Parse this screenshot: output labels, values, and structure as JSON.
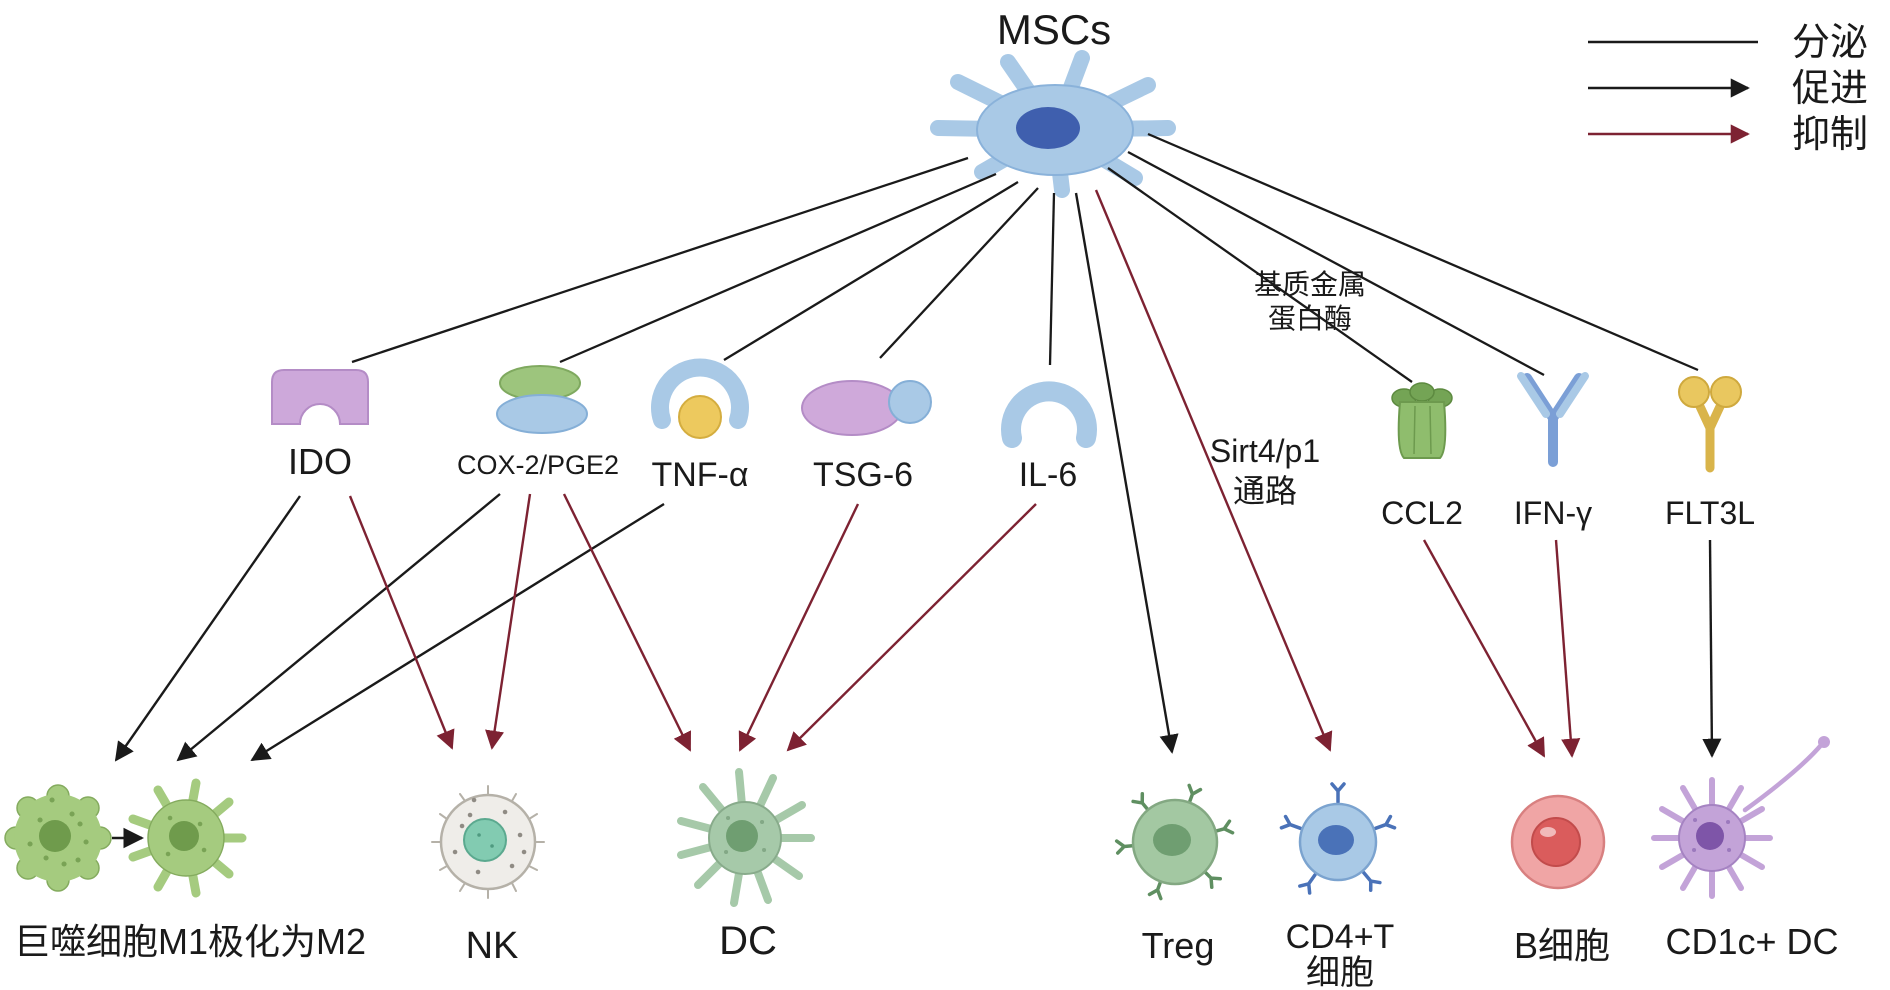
{
  "figure": {
    "title": "MSCs"
  },
  "legend": {
    "secrete": "分泌",
    "promote": "促进",
    "inhibit": "抑制"
  },
  "factors": {
    "ido": "IDO",
    "cox2_pge2": "COX-2/PGE2",
    "tnf_alpha": "TNF-α",
    "tsg6": "TSG-6",
    "il6": "IL-6",
    "sirt4p1_line1": "Sirt4/p1",
    "sirt4p1_line2": "通路",
    "mmp_line1": "基质金属",
    "mmp_line2": "蛋白酶",
    "ccl2": "CCL2",
    "ifn_gamma": "IFN-γ",
    "flt3l": "FLT3L"
  },
  "cells": {
    "macrophage": "巨噬细胞M1极化为M2",
    "nk": "NK",
    "dc": "DC",
    "treg": "Treg",
    "cd4t_line1": "CD4+T",
    "cd4t_line2": "细胞",
    "b_cell": "B细胞",
    "cd1c_dc": "CD1c+ DC"
  },
  "colors": {
    "secrete_line": "#1a1a1a",
    "promote_arrow": "#1a1a1a",
    "inhibit_arrow": "#7d2232",
    "msc_body": "#a9c9e6",
    "msc_nucleus": "#3f5fae",
    "macrophage_body": "#a5cb7f",
    "nk_body": "#efede9",
    "nk_nucleus": "#82cbb1",
    "dc_body": "#a6c9a9",
    "treg_body": "#a3c8a2",
    "cd4t_body": "#a9c9e6",
    "b_cell_body": "#f0a5a5",
    "cd1c_dc_body": "#c3a3d8"
  },
  "relations": [
    {
      "source": "MSCs",
      "target": "IDO",
      "type": "分泌"
    },
    {
      "source": "MSCs",
      "target": "COX-2/PGE2",
      "type": "分泌"
    },
    {
      "source": "MSCs",
      "target": "TNF-α",
      "type": "分泌"
    },
    {
      "source": "MSCs",
      "target": "TSG-6",
      "type": "分泌"
    },
    {
      "source": "MSCs",
      "target": "IL-6",
      "type": "分泌"
    },
    {
      "source": "MSCs",
      "target": "CCL2",
      "type": "分泌"
    },
    {
      "source": "MSCs",
      "target": "IFN-γ",
      "type": "分泌"
    },
    {
      "source": "MSCs",
      "target": "FLT3L",
      "type": "分泌"
    },
    {
      "source": "MSCs",
      "target": "Treg",
      "type": "促进"
    },
    {
      "source": "MSCs",
      "target": "CD4+T细胞",
      "type": "抑制",
      "via": "Sirt4/p1通路"
    },
    {
      "source": "MSCs",
      "target": "B细胞",
      "type": "抑制",
      "via": "基质金属蛋白酶"
    },
    {
      "source": "IDO",
      "target": "巨噬细胞M1极化为M2",
      "type": "促进"
    },
    {
      "source": "COX-2/PGE2",
      "target": "巨噬细胞M1极化为M2",
      "type": "促进"
    },
    {
      "source": "TNF-α",
      "target": "巨噬细胞M1极化为M2",
      "type": "促进"
    },
    {
      "source": "IDO",
      "target": "NK",
      "type": "抑制"
    },
    {
      "source": "COX-2/PGE2",
      "target": "NK",
      "type": "抑制"
    },
    {
      "source": "COX-2/PGE2",
      "target": "DC",
      "type": "抑制"
    },
    {
      "source": "TSG-6",
      "target": "DC",
      "type": "抑制"
    },
    {
      "source": "IL-6",
      "target": "DC",
      "type": "抑制"
    },
    {
      "source": "CCL2",
      "target": "B细胞",
      "type": "抑制"
    },
    {
      "source": "IFN-γ",
      "target": "B细胞",
      "type": "抑制"
    },
    {
      "source": "FLT3L",
      "target": "CD1c+ DC",
      "type": "促进"
    },
    {
      "source": "M1",
      "target": "M2",
      "type": "促进"
    }
  ]
}
